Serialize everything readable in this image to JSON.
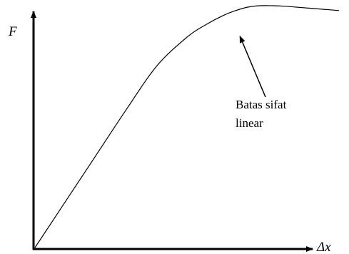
{
  "chart_data": {
    "type": "line",
    "title": "",
    "xlabel": "Δx",
    "ylabel": "F",
    "xlim": [
      0,
      100
    ],
    "ylim": [
      0,
      100
    ],
    "grid": false,
    "series": [
      {
        "x": [
          0,
          10,
          20,
          30,
          40,
          50,
          56,
          62,
          66,
          70,
          74,
          78,
          82,
          86,
          90,
          95,
          100
        ],
        "y": [
          0,
          19,
          38,
          57,
          75,
          87,
          92,
          96,
          98,
          99.4,
          100,
          100,
          99.8,
          99.4,
          99,
          98.5,
          98
        ]
      }
    ],
    "annotations": [
      {
        "lines": [
          "Batas sifat",
          "linear"
        ],
        "points_to": {
          "x": 66,
          "y": 98
        }
      }
    ]
  }
}
